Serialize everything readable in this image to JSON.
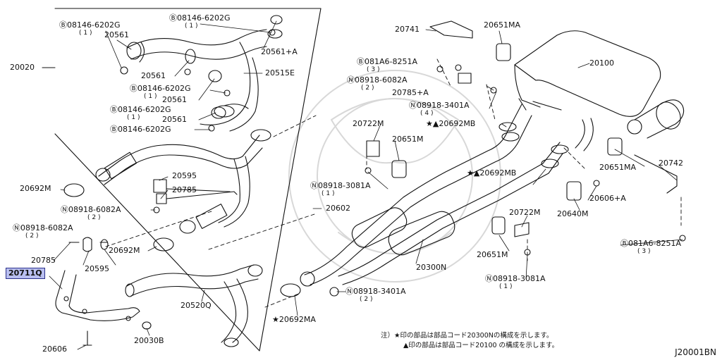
{
  "diagram_code": "J20001BN",
  "labels": [
    {
      "key": "l01",
      "text": "20020"
    },
    {
      "key": "l02",
      "text": "Ⓑ08146-6202G",
      "sub": "( 1 )"
    },
    {
      "key": "l03",
      "text": "20561"
    },
    {
      "key": "l04",
      "text": "Ⓑ08146-6202G",
      "sub": "( 1 )"
    },
    {
      "key": "l05",
      "text": "20561+A"
    },
    {
      "key": "l06",
      "text": "20561"
    },
    {
      "key": "l07",
      "text": "20515E"
    },
    {
      "key": "l08",
      "text": "Ⓑ08146-6202G",
      "sub": "( 1 )"
    },
    {
      "key": "l09",
      "text": "20561"
    },
    {
      "key": "l10",
      "text": "Ⓑ08146-6202G",
      "sub": "( 1 )"
    },
    {
      "key": "l11",
      "text": "20561"
    },
    {
      "key": "l12",
      "text": "Ⓑ08146-6202G"
    },
    {
      "key": "l13",
      "text": "20595"
    },
    {
      "key": "l14",
      "text": "20692M"
    },
    {
      "key": "l15",
      "text": "20785"
    },
    {
      "key": "l16",
      "text": "Ⓝ08918-6082A",
      "sub": "( 2 )"
    },
    {
      "key": "l17",
      "text": "20602"
    },
    {
      "key": "l18",
      "text": "Ⓝ08918-6082A",
      "sub": "( 2 )"
    },
    {
      "key": "l19",
      "text": "20692M"
    },
    {
      "key": "l20",
      "text": "20785"
    },
    {
      "key": "l21",
      "text": "20595"
    },
    {
      "key": "l22",
      "text": "20711Q",
      "highlight": true
    },
    {
      "key": "l23",
      "text": "20520Q"
    },
    {
      "key": "l24",
      "text": "20606"
    },
    {
      "key": "l25",
      "text": "20030B"
    },
    {
      "key": "l26",
      "text": "20741"
    },
    {
      "key": "l27",
      "text": "20651MA"
    },
    {
      "key": "l28",
      "text": "Ⓑ081A6-8251A",
      "sub": "( 3 )"
    },
    {
      "key": "l29",
      "text": "Ⓝ08918-6082A",
      "sub": "( 2 )"
    },
    {
      "key": "l30",
      "text": "20785+A"
    },
    {
      "key": "l31",
      "text": "20100"
    },
    {
      "key": "l32",
      "text": "Ⓝ08918-3401A",
      "sub": "( 4 )"
    },
    {
      "key": "l33",
      "text": "★▲20692MB"
    },
    {
      "key": "l34",
      "text": "20722M"
    },
    {
      "key": "l35",
      "text": "20651M"
    },
    {
      "key": "l36",
      "text": "★▲20692MB"
    },
    {
      "key": "l37",
      "text": "20651MA"
    },
    {
      "key": "l38",
      "text": "20742"
    },
    {
      "key": "l39",
      "text": "Ⓝ08918-3081A",
      "sub": "( 1 )"
    },
    {
      "key": "l40",
      "text": "20606+A"
    },
    {
      "key": "l41",
      "text": "20640M"
    },
    {
      "key": "l42",
      "text": "20722M"
    },
    {
      "key": "l43",
      "text": "Ⓑ081A6-8251A",
      "sub": "( 3 )"
    },
    {
      "key": "l44",
      "text": "20651M"
    },
    {
      "key": "l45",
      "text": "20300N"
    },
    {
      "key": "l46",
      "text": "Ⓝ08918-3081A",
      "sub": "( 1 )"
    },
    {
      "key": "l47",
      "text": "Ⓝ08918-3401A",
      "sub": "( 2 )"
    },
    {
      "key": "l48",
      "text": "★20692MA"
    }
  ],
  "notes": {
    "line1": "注）★印の部品は部品コード20300Nの構成を示します。",
    "line2": "▲印の部品は部品コード20100 の構成を示します。"
  }
}
